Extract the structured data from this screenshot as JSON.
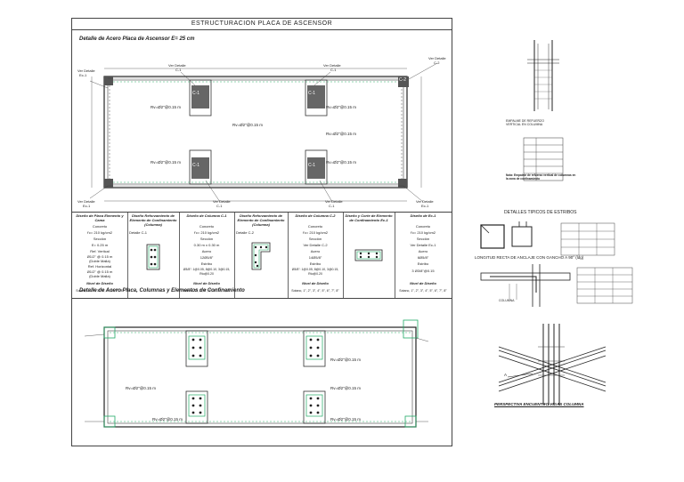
{
  "sheet_title": "ESTRUCTURACION PLACA DE ASCENSOR",
  "plan1": {
    "title": "Detalle de Acero Placa de Ascensor E= 25 cm",
    "ver_detalle_ec1": "Ver Detalle",
    "ec1": "Ec-1",
    "c1": "C-1",
    "c2": "C-2",
    "rebar": "Rv=Ø2\"@0.15 m"
  },
  "table": {
    "col1": {
      "h": "Diseño de Placa Elemento y Cama",
      "r1": "Concreto",
      "r2": "f'c= 210 kg/cm2",
      "r3": "Sección",
      "r4": "E= 0.25 m",
      "r5": "Ref. Vertical",
      "r6": "Ø1/2\" @ 0.15 m",
      "r7": "(Doble Malla)",
      "r8": "Ref. Horizontal",
      "r9": "Ø1/2\" @ 0.15 m",
      "r10": "(Doble Malla)",
      "r11": "Nivel de Diseño",
      "r12": "Sotano, 1°, 2°, 3°, 4°, 5°, 6°, 7°, 8°"
    },
    "col2": {
      "h": "Diseño Reforzamiento de Elemento de Confinamiento (Columna)",
      "r1": "Detalle C-1"
    },
    "col3": {
      "h": "Diseño de Columna C-1",
      "r1": "Concreto",
      "r2": "f'c= 210 kg/cm2",
      "r3": "Sección",
      "r4": "0.30 m x 0.30 m",
      "r5": "Acero",
      "r6": "12Ø5/8\"",
      "r7": "Estribo",
      "r8": "Ø3/8\": 1@0.05, 8@0.10, 3@0.15, Rto@0.20",
      "r9": "Nivel de Diseño",
      "r10": "Sotano, 1°, 2°, 3°, 4°, 5°, 6°, 7°, 8°"
    },
    "col4": {
      "h": "Diseño Reforzamiento de Elemento de Confinamiento (Columna)",
      "r1": "Detalle C-2"
    },
    "col5": {
      "h": "Diseño de Columna C-2",
      "r1": "Concreto",
      "r2": "f'c= 210 kg/cm2",
      "r3": "Sección",
      "r4": "Ver Detalle C-2",
      "r5": "Acero",
      "r6": "14Ø5/8\"",
      "r7": "Estribo",
      "r8": "Ø3/8\": 1@0.05, 8@0.10, 3@0.15, Rto@0.20",
      "r9": "Nivel de Diseño",
      "r10": "Sotano, 1°, 2°, 3°, 4°, 5°, 6°, 7°, 8°"
    },
    "col6": {
      "h": "Diseño y Corte de Elemento de Confinamiento Ec-1"
    },
    "col7": {
      "h": "Diseño de Ec-1",
      "r1": "Concreto",
      "r2": "f'c= 210 kg/cm2",
      "r3": "Sección",
      "r4": "Ver Detalle Ec-1",
      "r5": "Acero",
      "r6": "6Ø5/8\"",
      "r7": "Estribo",
      "r8": "3 Ø3/8\"@0.15",
      "r9": "Nivel de Diseño",
      "r10": "Sotano, 1°, 2°, 3°, 4°, 5°, 6°, 7°, 8°"
    }
  },
  "plan2": {
    "title": "Detalle de Acero Placa, Columnas y Elementos de Confinamiento",
    "rebar": "Rv=Ø2\"@0.15 m"
  },
  "right": {
    "empalme": "EMPALME DE REFUERZO VERTICAL EN COLUMNA",
    "nota": "Nota: Empalme de refuerzo vertical de columnas en la zona de confinamiento",
    "estribos_title": "DETALLES TIPICOS DE ESTRIBOS",
    "anclaje_title": "LONGITUD RECTA DE ANCLAJE CON GANCHO A 90° (ldg)",
    "perspectiva_title": "PERSPECTIVA ENCUENTRO VIGAS COLUMNA",
    "columna_label": "COLUMNA",
    "a_label": "A"
  }
}
